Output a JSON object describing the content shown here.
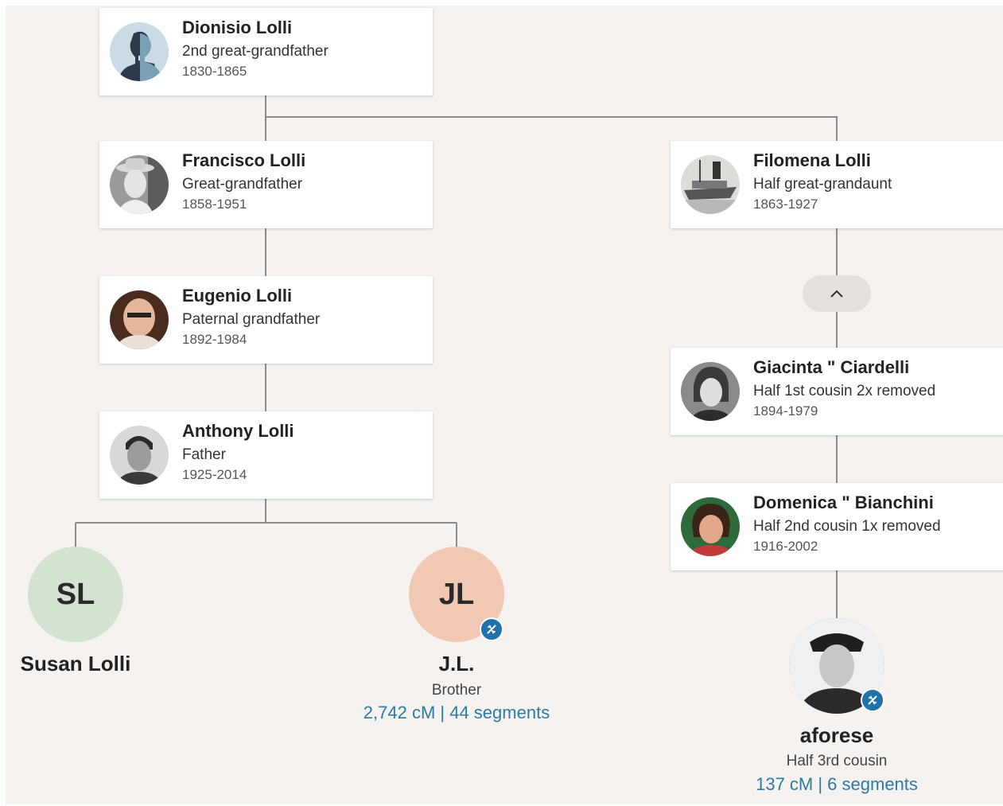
{
  "people": {
    "dionisio": {
      "name": "Dionisio Lolli",
      "relationship": "2nd great-grandfather",
      "dates": "1830-1865"
    },
    "francisco": {
      "name": "Francisco Lolli",
      "relationship": "Great-grandfather",
      "dates": "1858-1951"
    },
    "eugenio": {
      "name": "Eugenio Lolli",
      "relationship": "Paternal grandfather",
      "dates": "1892-1984"
    },
    "anthony": {
      "name": "Anthony Lolli",
      "relationship": "Father",
      "dates": "1925-2014"
    },
    "filomena": {
      "name": "Filomena Lolli",
      "relationship": "Half great-grandaunt",
      "dates": "1863-1927"
    },
    "giacinta": {
      "name": "Giacinta \" Ciardelli",
      "relationship": "Half 1st cousin 2x removed",
      "dates": "1894-1979"
    },
    "domenica": {
      "name": "Domenica \" Bianchini",
      "relationship": "Half 2nd cousin 1x removed",
      "dates": "1916-2002"
    }
  },
  "bottom": {
    "susan": {
      "initials": "SL",
      "name": "Susan Lolli",
      "color": "#d3e2d1"
    },
    "jl": {
      "initials": "JL",
      "name": "J.L.",
      "relationship": "Brother",
      "dna": "2,742 cM | 44 segments",
      "color": "#f0c8b4"
    },
    "aforese": {
      "name": "aforese",
      "relationship": "Half 3rd cousin",
      "dna": "137 cM | 6 segments"
    }
  },
  "icons": {
    "collapse": "chevron-up-icon",
    "dna": "dna-match-icon"
  },
  "colors": {
    "background": "#f5f2ef",
    "line": "#8c8c8c",
    "dna_link": "#2a7ba8",
    "dna_badge": "#1f73a8"
  }
}
